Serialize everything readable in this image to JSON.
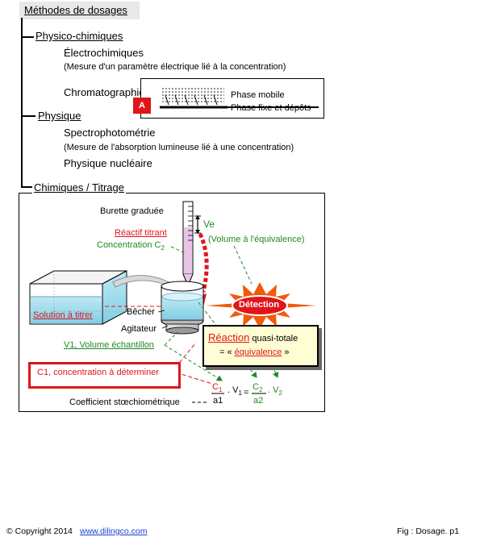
{
  "title": "Méthodes de dosages",
  "physico": {
    "heading": "Physico-chimiques",
    "electro": "Électrochimiques",
    "electro_note": "(Mesure  d'un paramètre électrique lié à la concentration)",
    "chroma": "Chromatographie",
    "chroma_badge": "A",
    "phase_mobile": "Phase mobile",
    "phase_fixe": "Phase fixe et dépôts"
  },
  "physique": {
    "heading": "Physique",
    "spectro": "Spectrophotométrie",
    "spectro_note": "(Mesure de l'absorption lumineuse lié à une concentration)",
    "nucleaire": "Physique nucléaire"
  },
  "chimique": {
    "heading": "Chimiques / Titrage",
    "burette": "Burette graduée",
    "ve": "Ve",
    "ve_note": "(Volume à l'équivalence)",
    "reactif": "Réactif titrant",
    "concentration": "Concentration C",
    "concentration_sub": "2",
    "solution": "Solution à titrer",
    "becher": "Bêcher",
    "agitateur": "Agitateur",
    "detection": "Détection",
    "reaction_word": "Réaction",
    "reaction_rest": " quasi-totale",
    "equiv_prefix": "= « ",
    "equiv_word": "équivalence",
    "equiv_suffix": " »",
    "v1_label": "V1, Volume échantillon",
    "c1_label": "C1, concentration à déterminer",
    "coef_label": "Coefficient stœchiométrique",
    "eq_c1": "C",
    "eq_c1_sub": "1",
    "eq_a1": "a1",
    "eq_v1": ". V",
    "eq_v1_sub": "1",
    "eq_equals": "=",
    "eq_c2": "C",
    "eq_c2_sub": "2",
    "eq_a2": "a2",
    "eq_v2": ". V",
    "eq_v2_sub": "2"
  },
  "footer": {
    "copyright": "© Copyright 2014",
    "site": "www.dilingco.com",
    "fig": "Fig :  Dosage. p1"
  },
  "colors": {
    "accent_red": "#e0151b",
    "green": "#1f8a1f",
    "blue": "#1a3fd0",
    "detection_orange": "#f05a0a"
  }
}
